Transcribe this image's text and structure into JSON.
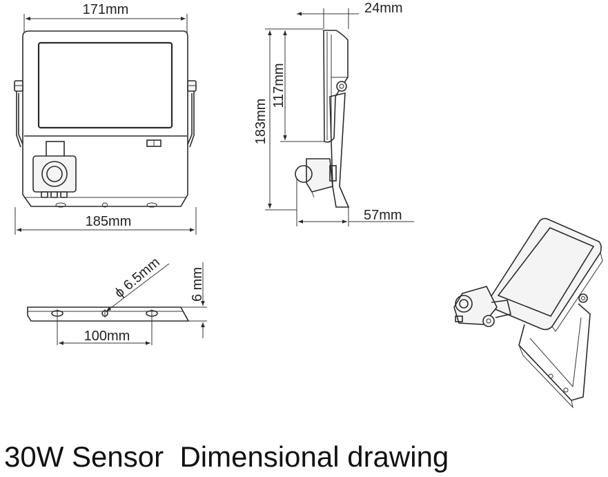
{
  "dimensions": {
    "front_width": "171mm",
    "front_base_width": "185mm",
    "side_depth": "24mm",
    "side_bracket_depth": "57mm",
    "overall_height": "183mm",
    "panel_height": "117mm",
    "hole_diameter": "ϕ 6.5mm",
    "bracket_thickness": "6 mm",
    "hole_spacing": "100mm"
  },
  "caption": "30W Sensor  Dimensional drawing",
  "colors": {
    "line": "#2a2a2a",
    "text": "#222222",
    "background": "#ffffff"
  }
}
